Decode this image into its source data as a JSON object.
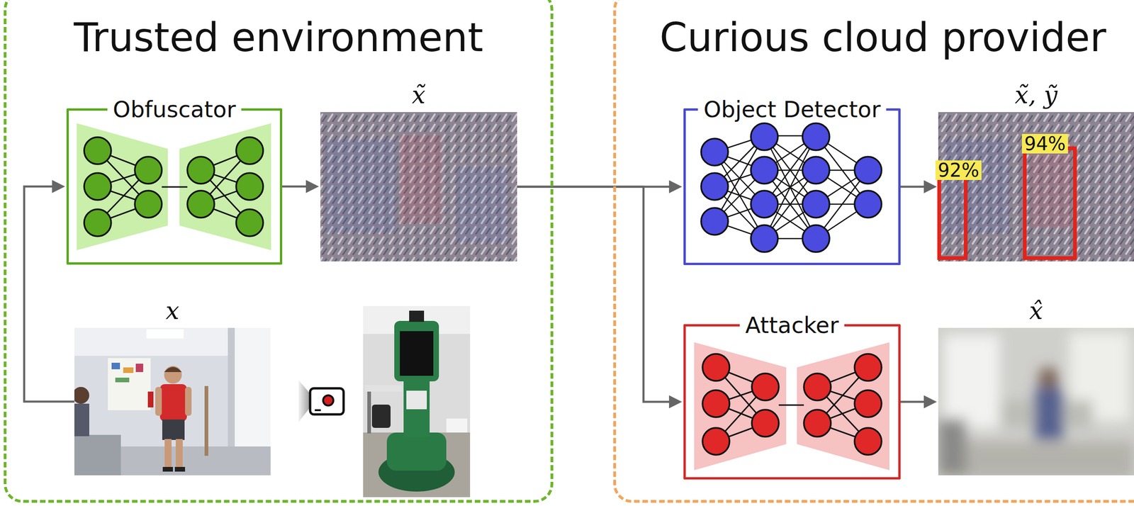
{
  "diagram": {
    "nodes": [
      {
        "text": [
          "Trusted environment"
        ]
      },
      {
        "text": [
          "Obfuscator"
        ],
        "in": 0
      },
      {
        "text": [
          "x̃"
        ],
        "in": 0
      },
      {
        "text": [
          "x"
        ],
        "in": 0
      },
      {
        "text": [
          "Curious cloud provider"
        ]
      },
      {
        "text": [
          "Object Detector"
        ],
        "in": 4
      },
      {
        "text": [
          "x̃, ỹ",
          "92%",
          "94%"
        ],
        "in": 4
      },
      {
        "text": [
          "Attacker"
        ],
        "in": 4
      },
      {
        "text": [
          "x̂"
        ],
        "in": 4
      }
    ],
    "edges": [
      {
        "from": 3,
        "to": 1,
        "arrow": "to"
      },
      {
        "from": 1,
        "to": 2,
        "arrow": "to"
      },
      {
        "from": 2,
        "to": 5,
        "arrow": "to"
      },
      {
        "from": 2,
        "to": 7,
        "arrow": "to"
      },
      {
        "from": 5,
        "to": 6,
        "arrow": "to"
      },
      {
        "from": 7,
        "to": 8,
        "arrow": "to"
      }
    ]
  }
}
